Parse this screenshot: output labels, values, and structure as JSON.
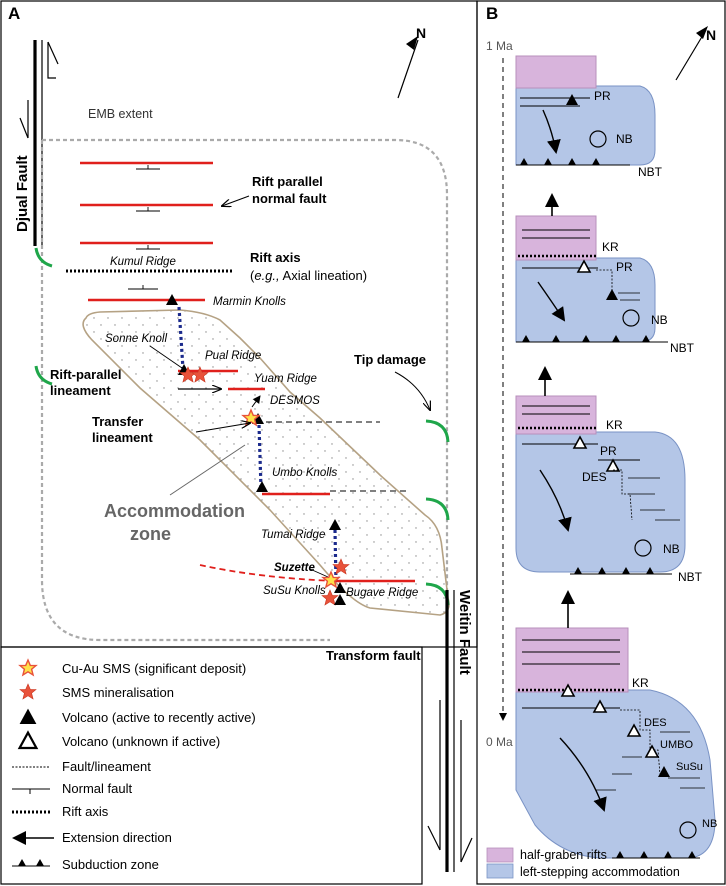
{
  "panel_a": {
    "letter": "A",
    "north": "N",
    "djual_fault": "Djual Fault",
    "weitin_fault": "Weitin Fault",
    "emb_extent": "EMB extent",
    "rift_parallel_normal_fault": [
      "Rift parallel",
      "normal fault"
    ],
    "rift_axis": "Rift axis",
    "rift_axis_example_prefix": "(",
    "rift_axis_example_eg": "e.g.,",
    "rift_axis_example_rest": " Axial lineation)",
    "kumul_ridge": "Kumul Ridge",
    "marmin_knolls": "Marmin Knolls",
    "sonne_knoll": "Sonne Knoll",
    "pual_ridge": "Pual Ridge",
    "yuam_ridge": "Yuam Ridge",
    "desmos": "DESMOS",
    "rift_parallel_lineament": [
      "Rift-parallel",
      "lineament"
    ],
    "tip_damage": "Tip damage",
    "transfer_lineament": [
      "Transfer",
      "lineament"
    ],
    "umbo_knolls": "Umbo Knolls",
    "accommodation_zone": [
      "Accommodation",
      "zone"
    ],
    "tumai_ridge": "Tumai Ridge",
    "suzette": "Suzette",
    "susu_knolls": "SuSu Knolls",
    "bugave_ridge": "Bugave Ridge",
    "transform_fault": "Transform fault"
  },
  "legend_a": [
    "Cu-Au SMS (significant deposit)",
    "SMS mineralisation",
    "Volcano (active to recently active)",
    "Volcano (unknown if active)",
    "Fault/lineament",
    "Normal fault",
    "Rift axis",
    "Extension direction",
    "Subduction zone"
  ],
  "panel_b": {
    "letter": "B",
    "north": "N",
    "time_top": "1 Ma",
    "time_bottom": "0 Ma",
    "stage1": {
      "pr": "PR",
      "nb": "NB",
      "nbt": "NBT"
    },
    "stage2": {
      "kr": "KR",
      "pr": "PR",
      "nb": "NB",
      "nbt": "NBT"
    },
    "stage3": {
      "kr": "KR",
      "pr": "PR",
      "des": "DES",
      "nb": "NB",
      "nbt": "NBT"
    },
    "stage4": {
      "kr": "KR",
      "des": "DES",
      "umbo": "UMBO",
      "susu": "SuSu",
      "nb": "NB"
    },
    "legend": [
      "half-graben rifts",
      "left-stepping accommodation"
    ]
  },
  "colors": {
    "rift_red": "#e0201c",
    "tip_green": "#1fa64a",
    "transfer_blue": "#1b2a8c",
    "block_blue": "#b4c6e7",
    "rift_purple": "#d8b4dc",
    "star_red": "#e8523a",
    "star_yellow": "#ffe24a"
  }
}
